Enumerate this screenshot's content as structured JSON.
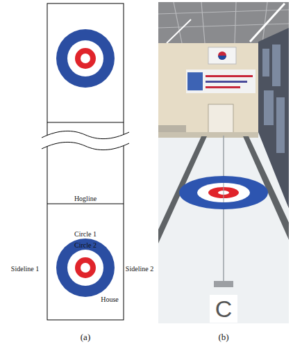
{
  "diagram": {
    "labels": [
      "Hogline",
      "Circle 1",
      "Circle 2",
      "Sideline 1",
      "Sideline 2",
      "House",
      "C",
      "(a)",
      "(b)"
    ]
  }
}
